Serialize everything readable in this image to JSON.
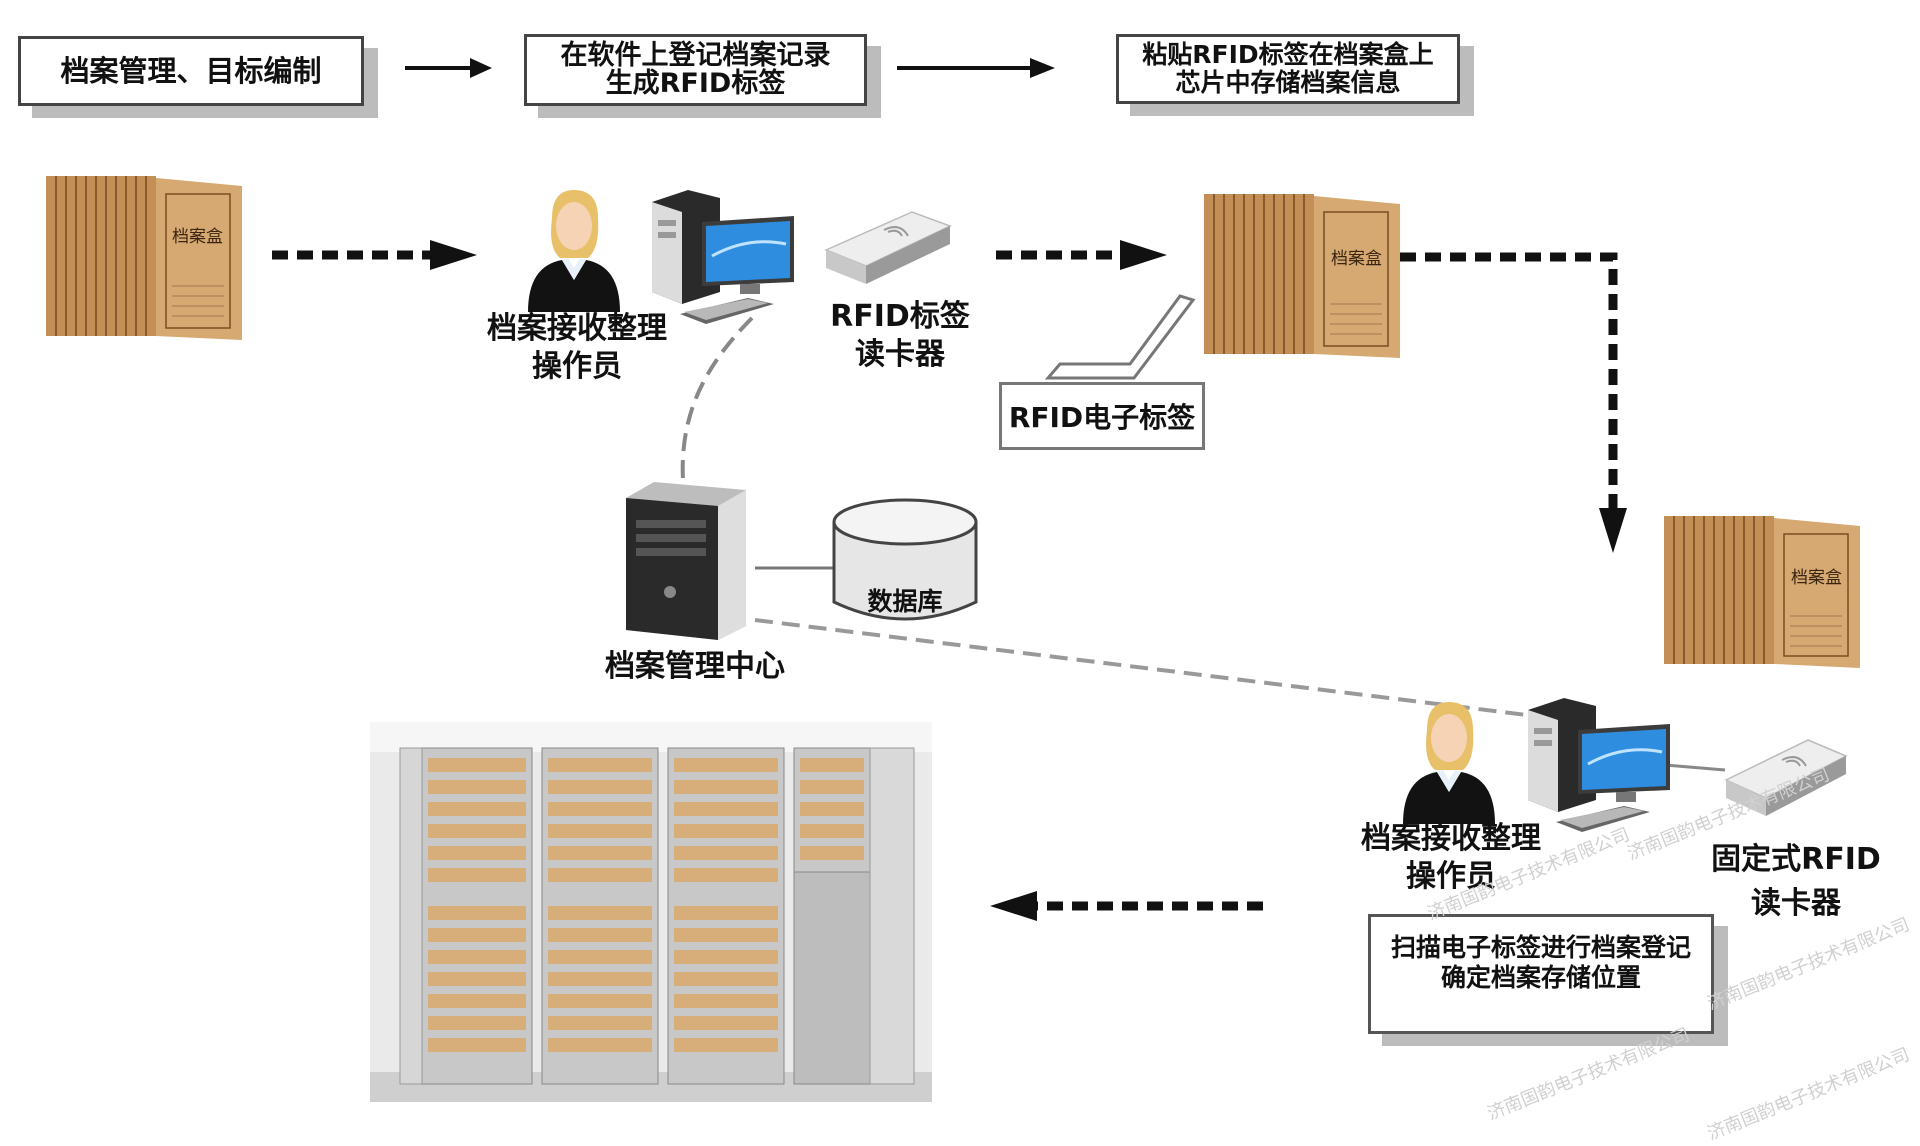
{
  "steps": [
    {
      "line1": "档案管理、目标编制",
      "line2": ""
    },
    {
      "line1": "在软件上登记档案记录",
      "line2": "生成RFID标签"
    },
    {
      "line1": "粘贴RFID标签在档案盒上",
      "line2": "芯片中存储档案信息"
    }
  ],
  "archive_box_label": "档案盒",
  "operator_1": {
    "line1": "档案接收整理",
    "line2": "操作员"
  },
  "reader_1": {
    "line1": "RFID标签",
    "line2": "读卡器"
  },
  "rfid_tag_label": "RFID电子标签",
  "database_label": "数据库",
  "center_label": "档案管理中心",
  "operator_2": {
    "line1": "档案接收整理",
    "line2": "操作员"
  },
  "reader_2": {
    "line1": "固定式RFID",
    "line2": "读卡器"
  },
  "scan_note": {
    "line1": "扫描电子标签进行档案登记",
    "line2": "确定档案存储位置"
  },
  "watermark": "济南国韵电子技术有限公司"
}
